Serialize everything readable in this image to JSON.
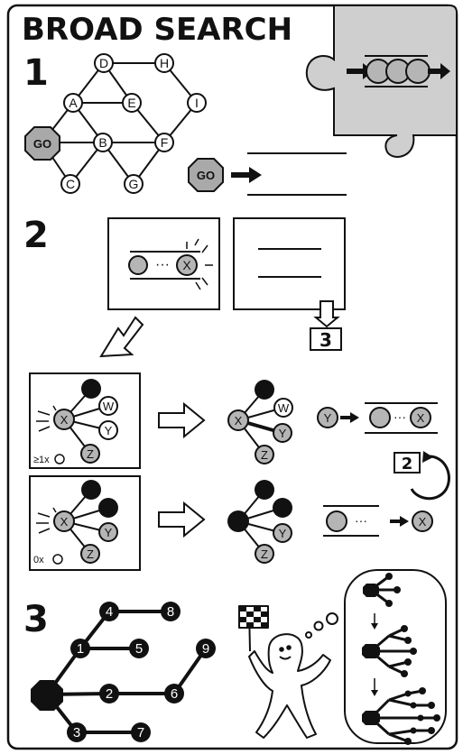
{
  "title": "BROAD SEARCH",
  "steps": {
    "s1": "1",
    "s2": "2",
    "s3": "3"
  },
  "go_label": "GO",
  "graph_nodes": [
    "D",
    "H",
    "A",
    "E",
    "I",
    "B",
    "F",
    "C",
    "G"
  ],
  "neighbor_nodes": [
    "W",
    "Y",
    "Z",
    "X",
    "Y",
    "X",
    "X",
    "Y",
    "Z",
    "X"
  ],
  "condition_labels": {
    "at_least_one": "≥1x",
    "zero": "0x"
  },
  "badges": {
    "to_step_3": "3",
    "back_to_step_2": "2"
  },
  "tree_numbers": [
    "4",
    "8",
    "1",
    "5",
    "9",
    "2",
    "6",
    "3",
    "7"
  ],
  "colors": {
    "gray": "#c9c9c9",
    "node_gray": "#b5b5b5",
    "black": "#111111"
  }
}
